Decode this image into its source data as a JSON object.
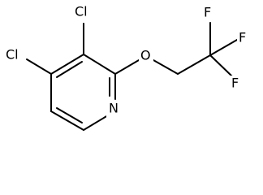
{
  "molecule": {
    "atoms": {
      "cl3": "Cl",
      "cl4": "Cl",
      "o": "O",
      "n": "N",
      "f1": "F",
      "f2": "F",
      "f3": "F"
    }
  }
}
